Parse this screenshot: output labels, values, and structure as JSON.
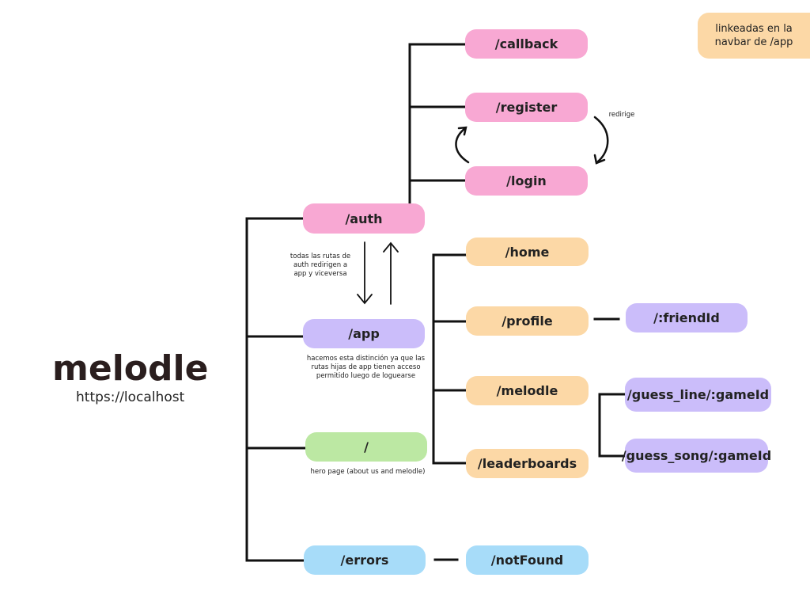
{
  "site": {
    "title": "melodle",
    "url": "https://localhost"
  },
  "legend": {
    "text": "linkeadas en la navbar de /app",
    "color": "#fcd8a6"
  },
  "routes": {
    "auth": "/auth",
    "callback": "/callback",
    "register": "/register",
    "login": "/login",
    "app": "/app",
    "home": "/home",
    "profile": "/profile",
    "friend_id": "/:friendId",
    "melodle": "/melodle",
    "guess_line": "/guess_line/:gameId",
    "leaderboards": "/leaderboards",
    "guess_song": "/guess_song/:gameId",
    "root": "/",
    "errors": "/errors",
    "not_found": "/notFound"
  },
  "notes": {
    "redirige": "redirige",
    "auth_app": "todas las rutas de auth redirigen a app y viceversa",
    "app_children": "hacemos esta distinción ya que las rutas hijas de app tienen acceso permitido luego de loguearse",
    "root": "hero page (about us and melodle)"
  },
  "colors": {
    "auth": "#f8a8d3",
    "app_children": "#fcd8a6",
    "app": "#cbbdfa",
    "root": "#bce8a3",
    "errors": "#a7dcf9"
  }
}
